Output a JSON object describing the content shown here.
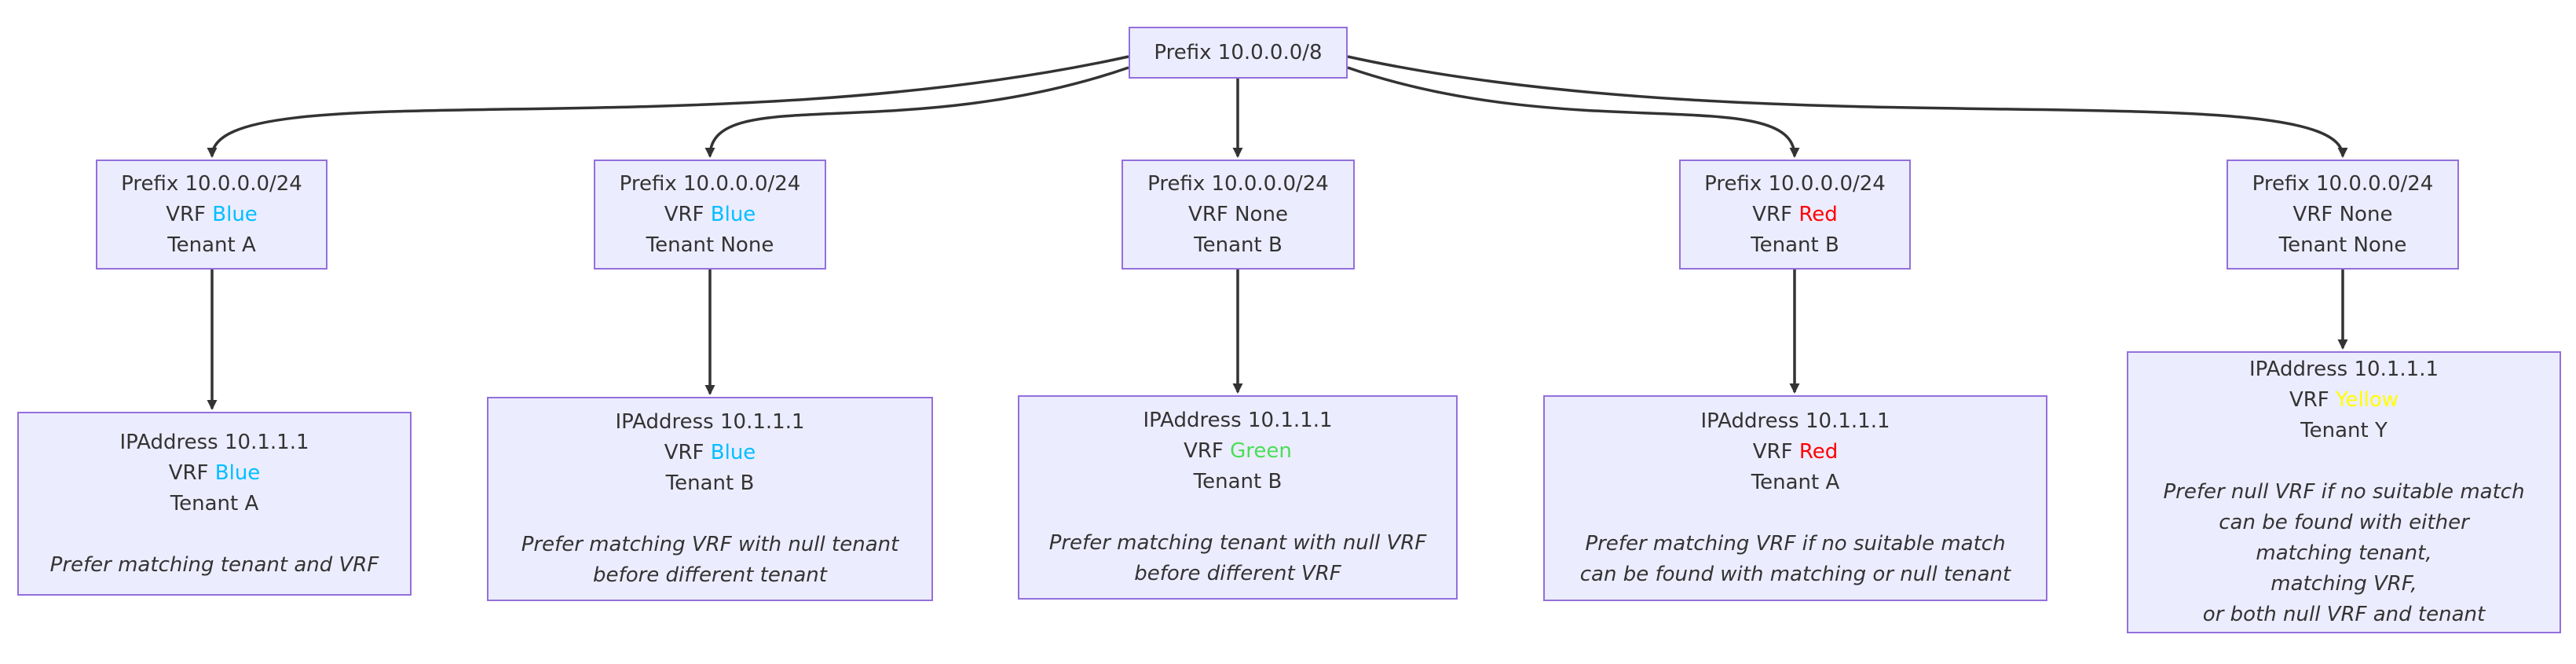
{
  "diagram": {
    "background_color": "#ffffff",
    "node_fill_color": "#ECECFF",
    "node_border_color": "#9370DB",
    "text_color": "#333333",
    "arrow_color": "#333333",
    "vrf_colors": {
      "blue": "#00BFFF",
      "green": "#4ADE56",
      "red": "#FF0000",
      "yellow": "#FFFF00",
      "none": "#333333"
    },
    "nodes": {
      "root": {
        "title": "Prefix 10.0.0.0/8"
      },
      "b1": {
        "title": "Prefix 10.0.0.0/24",
        "vrf_label": "VRF",
        "vrf_value": "Blue",
        "vrf_color": "#00BFFF",
        "tenant": "Tenant A"
      },
      "b2": {
        "title": "Prefix 10.0.0.0/24",
        "vrf_label": "VRF",
        "vrf_value": "Blue",
        "vrf_color": "#00BFFF",
        "tenant": "Tenant None"
      },
      "b3": {
        "title": "Prefix 10.0.0.0/24",
        "vrf_label": "VRF",
        "vrf_value": "None",
        "vrf_color": "#333333",
        "tenant": "Tenant B"
      },
      "b4": {
        "title": "Prefix 10.0.0.0/24",
        "vrf_label": "VRF",
        "vrf_value": "Red",
        "vrf_color": "#FF0000",
        "tenant": "Tenant B"
      },
      "b5": {
        "title": "Prefix 10.0.0.0/24",
        "vrf_label": "VRF",
        "vrf_value": "None",
        "vrf_color": "#333333",
        "tenant": "Tenant None"
      },
      "c1": {
        "title": "IPAddress 10.1.1.1",
        "vrf_label": "VRF",
        "vrf_value": "Blue",
        "vrf_color": "#00BFFF",
        "tenant": "Tenant A",
        "note_lines": [
          "Prefer matching tenant and VRF"
        ]
      },
      "c2": {
        "title": "IPAddress 10.1.1.1",
        "vrf_label": "VRF",
        "vrf_value": "Blue",
        "vrf_color": "#00BFFF",
        "tenant": "Tenant B",
        "note_lines": [
          "Prefer matching VRF with null tenant",
          "before different tenant"
        ]
      },
      "c3": {
        "title": "IPAddress 10.1.1.1",
        "vrf_label": "VRF",
        "vrf_value": "Green",
        "vrf_color": "#4ADE56",
        "tenant": "Tenant B",
        "note_lines": [
          "Prefer matching tenant with null VRF",
          "before different VRF"
        ]
      },
      "c4": {
        "title": "IPAddress 10.1.1.1",
        "vrf_label": "VRF",
        "vrf_value": "Red",
        "vrf_color": "#FF0000",
        "tenant": "Tenant A",
        "note_lines": [
          "Prefer matching VRF if no suitable match",
          "can be found with matching or null tenant"
        ]
      },
      "c5": {
        "title": "IPAddress 10.1.1.1",
        "vrf_label": "VRF",
        "vrf_value": "Yellow",
        "vrf_color": "#FFFF00",
        "tenant": "Tenant Y",
        "note_lines": [
          "Prefer null VRF if no suitable match",
          "can be found with either",
          "matching tenant,",
          "matching VRF,",
          "or both null VRF and tenant"
        ]
      }
    },
    "edges": [
      {
        "from": "root",
        "to": "b1"
      },
      {
        "from": "root",
        "to": "b2"
      },
      {
        "from": "root",
        "to": "b3"
      },
      {
        "from": "root",
        "to": "b4"
      },
      {
        "from": "root",
        "to": "b5"
      },
      {
        "from": "b1",
        "to": "c1"
      },
      {
        "from": "b2",
        "to": "c2"
      },
      {
        "from": "b3",
        "to": "c3"
      },
      {
        "from": "b4",
        "to": "c4"
      },
      {
        "from": "b5",
        "to": "c5"
      }
    ]
  }
}
